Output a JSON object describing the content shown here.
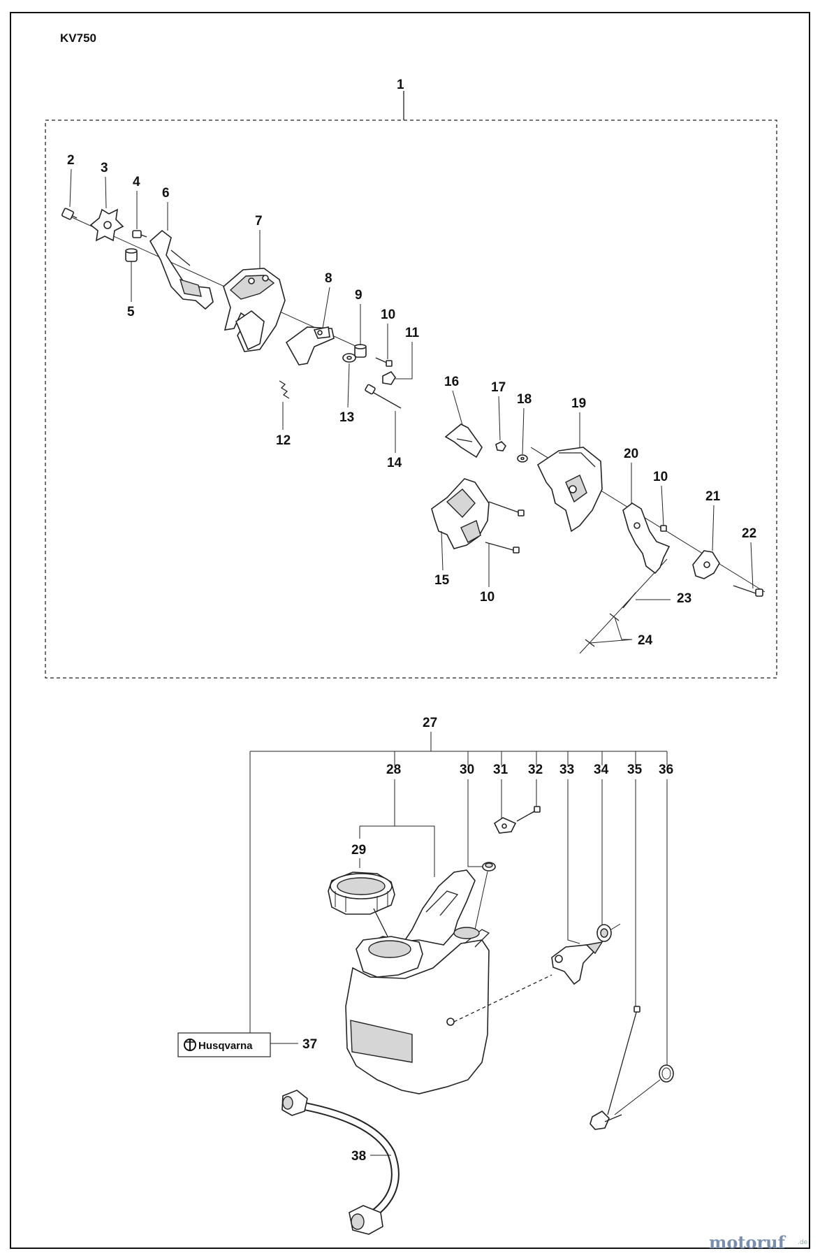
{
  "model": "KV750",
  "brand_logo_text": "Husqvarna",
  "watermark": {
    "text": "motoruf",
    "suffix": ".de"
  },
  "colors": {
    "line": "#222222",
    "background": "#ffffff",
    "shade": "#d6d6d6"
  },
  "callouts": {
    "c1": "1",
    "c2": "2",
    "c3": "3",
    "c4": "4",
    "c5": "5",
    "c6": "6",
    "c7": "7",
    "c8": "8",
    "c9": "9",
    "c10a": "10",
    "c10b": "10",
    "c10c": "10",
    "c11": "11",
    "c12": "12",
    "c13": "13",
    "c14": "14",
    "c15": "15",
    "c16": "16",
    "c17": "17",
    "c18": "18",
    "c19": "19",
    "c20": "20",
    "c21": "21",
    "c22": "22",
    "c23": "23",
    "c24": "24",
    "c27": "27",
    "c28": "28",
    "c29": "29",
    "c30": "30",
    "c31": "31",
    "c32": "32",
    "c33": "33",
    "c34": "34",
    "c35": "35",
    "c36": "36",
    "c37": "37",
    "c38": "38"
  }
}
